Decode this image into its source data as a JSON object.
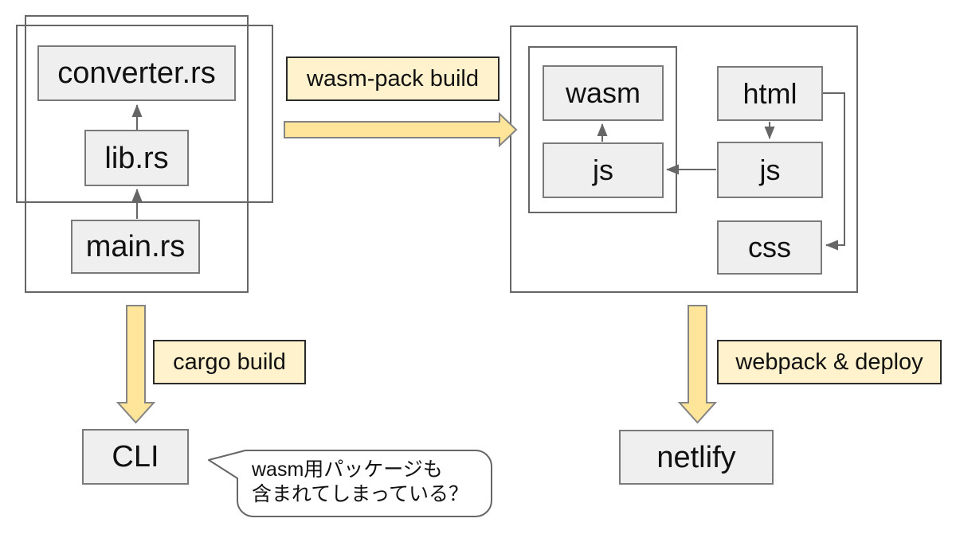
{
  "rust_source": {
    "files": [
      {
        "label": "converter.rs"
      },
      {
        "label": "lib.rs"
      },
      {
        "label": "main.rs"
      }
    ]
  },
  "wasm_pkg": {
    "files": [
      {
        "label": "wasm"
      },
      {
        "label": "js"
      }
    ]
  },
  "web_src": {
    "files": [
      {
        "label": "html"
      },
      {
        "label": "js"
      },
      {
        "label": "css"
      }
    ]
  },
  "process": {
    "wasm_pack_build": "wasm-pack build",
    "cargo_build": "cargo build",
    "webpack_deploy": "webpack & deploy"
  },
  "outputs": {
    "cli": "CLI",
    "netlify": "netlify"
  },
  "speech_bubble": {
    "lines": [
      "wasm用パッケージも",
      "含まれてしまっている？"
    ]
  },
  "colors": {
    "canvas_bg": "#ffffff",
    "node_fill": "#efefef",
    "node_border": "#7a7a7a",
    "group_border": "#666666",
    "connector": "#666666",
    "arrow_fill": "#ffe599",
    "arrow_border": "#848484",
    "process_label_fill": "#fff2cc",
    "process_label_border": "#2b2b2b",
    "text": "#111111"
  }
}
